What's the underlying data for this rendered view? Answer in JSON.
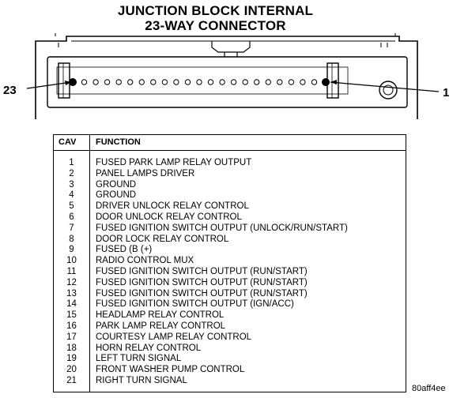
{
  "title": {
    "line1": "JUNCTION BLOCK INTERNAL",
    "line2": "23-WAY CONNECTOR"
  },
  "connector": {
    "pin_label_left": "23",
    "pin_label_right": "1",
    "pin_count": 23
  },
  "table": {
    "header_cav": "CAV",
    "header_function": "FUNCTION",
    "rows": [
      {
        "cav": "1",
        "function": "FUSED PARK LAMP RELAY OUTPUT"
      },
      {
        "cav": "2",
        "function": "PANEL LAMPS DRIVER"
      },
      {
        "cav": "3",
        "function": "GROUND"
      },
      {
        "cav": "4",
        "function": "GROUND"
      },
      {
        "cav": "5",
        "function": "DRIVER UNLOCK RELAY CONTROL"
      },
      {
        "cav": "6",
        "function": "DOOR UNLOCK RELAY CONTROL"
      },
      {
        "cav": "7",
        "function": "FUSED IGNITION SWITCH OUTPUT (UNLOCK/RUN/START)"
      },
      {
        "cav": "8",
        "function": "DOOR LOCK RELAY CONTROL"
      },
      {
        "cav": "9",
        "function": "FUSED (B (+)"
      },
      {
        "cav": "10",
        "function": "RADIO CONTROL MUX"
      },
      {
        "cav": "11",
        "function": "FUSED IGNITION SWITCH OUTPUT (RUN/START)"
      },
      {
        "cav": "12",
        "function": "FUSED IGNITION SWITCH OUTPUT (RUN/START)"
      },
      {
        "cav": "13",
        "function": "FUSED IGNITION SWITCH OUTPUT (RUN/START)"
      },
      {
        "cav": "14",
        "function": "FUSED IGNITION SWITCH OUTPUT (IGN/ACC)"
      },
      {
        "cav": "15",
        "function": "HEADLAMP RELAY CONTROL"
      },
      {
        "cav": "16",
        "function": "PARK LAMP RELAY CONTROL"
      },
      {
        "cav": "17",
        "function": "COURTESY LAMP RELAY CONTROL"
      },
      {
        "cav": "18",
        "function": "HORN RELAY CONTROL"
      },
      {
        "cav": "19",
        "function": "LEFT TURN SIGNAL"
      },
      {
        "cav": "20",
        "function": "FRONT WASHER PUMP CONTROL"
      },
      {
        "cav": "21",
        "function": "RIGHT TURN SIGNAL"
      }
    ]
  },
  "figure_id": "80aff4ee"
}
